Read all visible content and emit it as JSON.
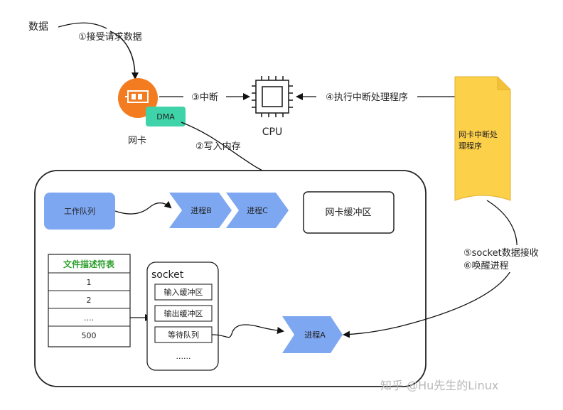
{
  "labels": {
    "data": "数据",
    "step1": "①接受请求数据",
    "step2": "②写入内存",
    "step3": "③中断",
    "step4": "④执行中断处理程序",
    "step5": "⑤socket数据接收",
    "step6": "⑥唤醒进程",
    "nic": "网卡",
    "dma": "DMA",
    "cpu": "CPU",
    "handler_line1": "网卡中断处",
    "handler_line2": "理程序",
    "nic_buffer": "网卡缓冲区",
    "work_queue": "工作队列",
    "process_b": "进程B",
    "process_c": "进程C",
    "process_a": "进程A",
    "fd_table_title": "文件描述符表",
    "fd_rows": [
      "1",
      "2",
      "....",
      "500"
    ],
    "socket": "socket",
    "input_buffer": "输入缓冲区",
    "output_buffer": "输出缓冲区",
    "wait_queue": "等待队列",
    "socket_more": "......",
    "watermark": "知乎 @Hu先生的Linux"
  },
  "colors": {
    "nic_orange": "#f47c20",
    "dma_green": "#3ed3a8",
    "process_blue": "#7ea7f1",
    "handler_yellow": "#fdd04a",
    "fd_title_green": "#2a9d2a"
  }
}
